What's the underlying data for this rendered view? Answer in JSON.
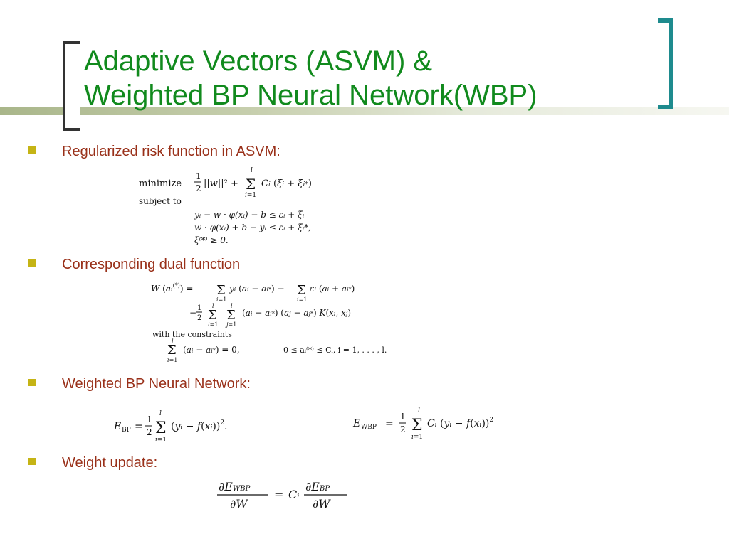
{
  "title": {
    "line1": "Adaptive Vectors (ASVM) &",
    "line2": "Weighted BP Neural Network(WBP)"
  },
  "bullets": [
    {
      "text": "Regularized risk function in ASVM:"
    },
    {
      "text": "Corresponding dual function"
    },
    {
      "text": "Weighted BP Neural Network:"
    },
    {
      "text": "Weight update:"
    }
  ],
  "equations": {
    "risk": {
      "minimize": "minimize",
      "subject_to": "subject to",
      "c1": "yᵢ − w · φ(xᵢ) − b ≤ εᵢ + ξᵢ",
      "c2": "w · φ(xᵢ) + b − yᵢ ≤ εᵢ + ξᵢ*,",
      "c3": "ξ⁽*⁾ ≥ 0."
    },
    "dual": {
      "with_constraints": "with the constraints",
      "constraint_rhs": "0 ≤ aᵢ⁽*⁾ ≤ Cᵢ,  i = 1, . . . , l."
    }
  },
  "colors": {
    "title": "#118a1d",
    "bullet_text": "#993019",
    "bullet_marker": "#c5b415",
    "right_bracket": "#1e8b8e"
  }
}
